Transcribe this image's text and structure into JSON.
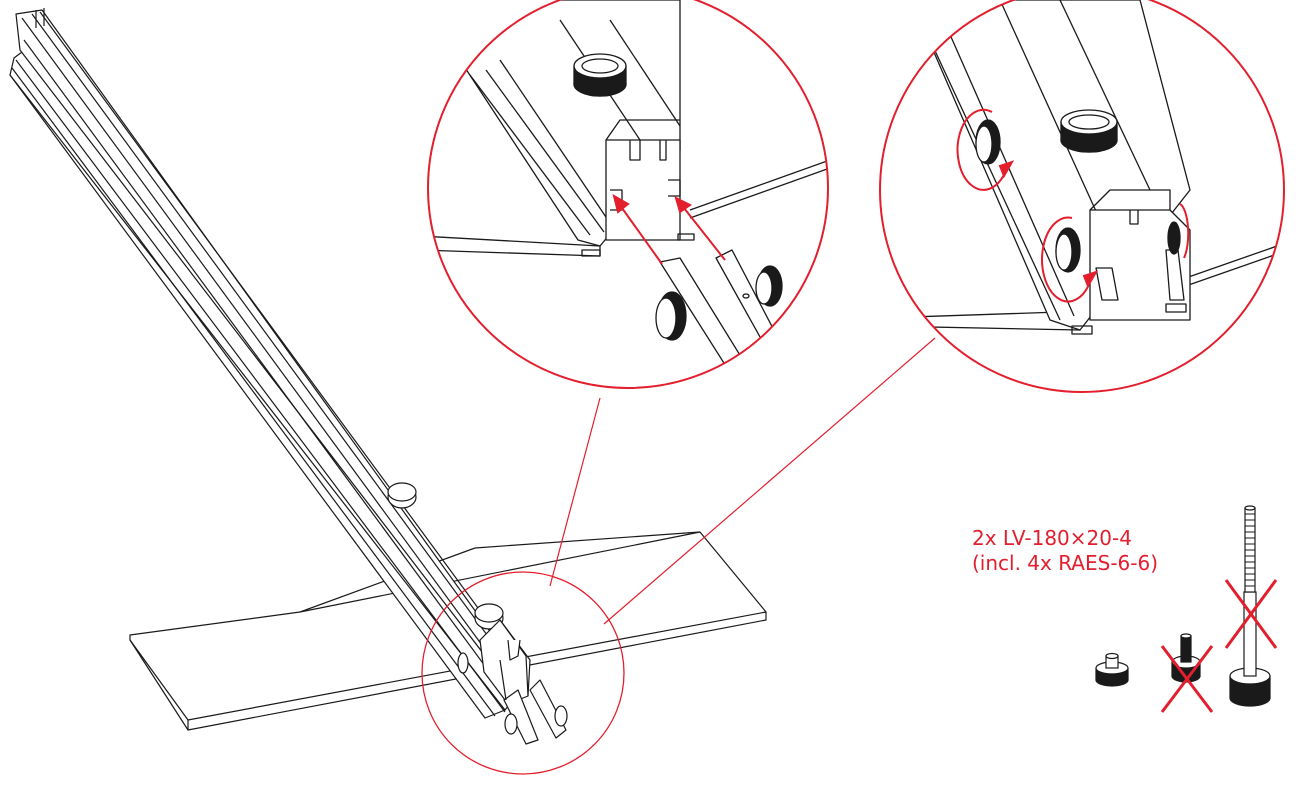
{
  "colors": {
    "accent": "#e31e2d",
    "line": "#1a1a1a",
    "background": "#ffffff"
  },
  "parts_label": {
    "line1": "2x LV-180×20-4",
    "line2": "(incl. 4x RAES-6-6)"
  },
  "icons": [
    "rail-assembly",
    "flat-base-plate",
    "thumb-screw",
    "detail-zoom-circle",
    "insert-arrow",
    "rotate-arrow",
    "cross-out-mark",
    "knurled-nut",
    "small-screw",
    "long-threaded-screw"
  ]
}
